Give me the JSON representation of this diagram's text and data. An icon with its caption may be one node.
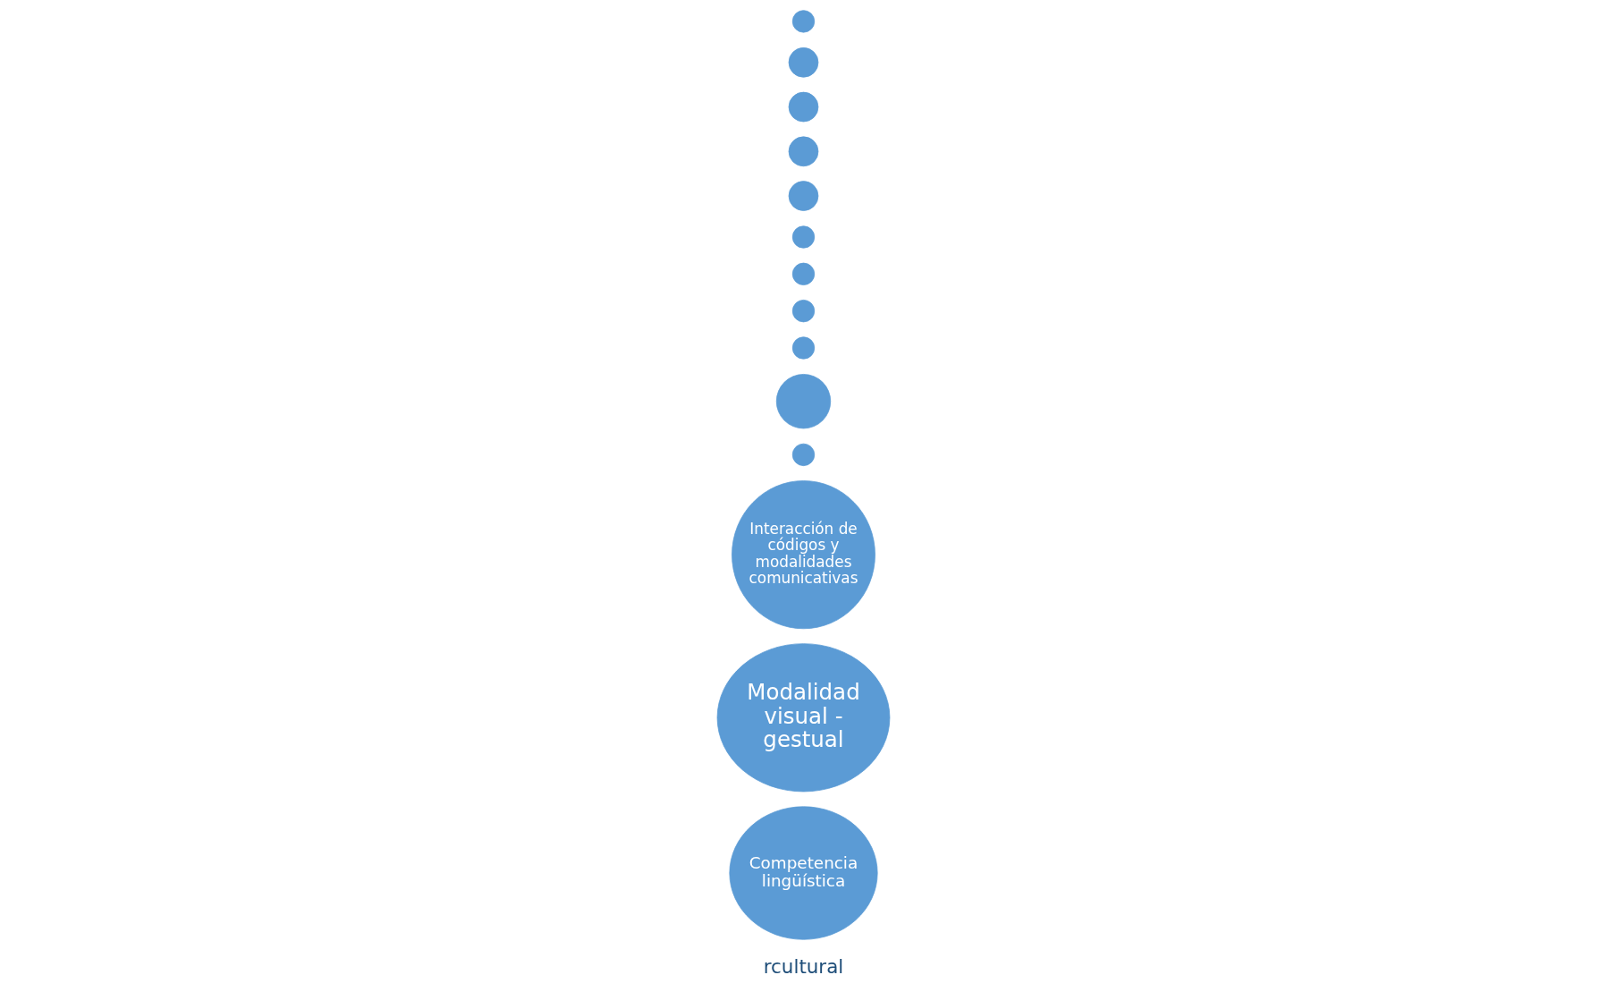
{
  "diagram": {
    "nodes": [
      {
        "text": [
          "Competencia lingüística"
        ]
      },
      {
        "text": [
          "Modalidad visual - gestual"
        ]
      },
      {
        "text": [
          "Interacción de códigos y modalidades comunicativas"
        ]
      },
      {
        "text": [],
        "shape": "circle"
      },
      {
        "text": [],
        "shape": "circle"
      },
      {
        "text": [],
        "shape": "circle"
      },
      {
        "text": [],
        "shape": "circle"
      },
      {
        "text": [],
        "shape": "circle"
      },
      {
        "text": [],
        "shape": "circle"
      },
      {
        "text": [],
        "shape": "circle"
      },
      {
        "text": [],
        "shape": "circle"
      },
      {
        "text": [],
        "shape": "circle"
      },
      {
        "text": [],
        "shape": "circle"
      },
      {
        "text": [],
        "shape": "circle"
      }
    ],
    "edges": [],
    "labels": [
      "rcultural"
    ]
  }
}
